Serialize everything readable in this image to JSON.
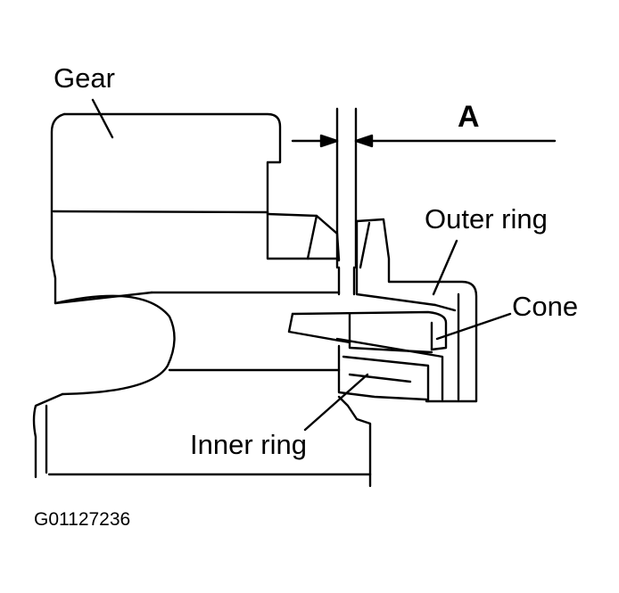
{
  "labels": {
    "gear": "Gear",
    "outer_ring": "Outer ring",
    "cone": "Cone",
    "inner_ring": "Inner ring",
    "dimension": "A",
    "figure_code": "G01127236"
  },
  "colors": {
    "stroke": "#000000",
    "background": "#ffffff"
  }
}
